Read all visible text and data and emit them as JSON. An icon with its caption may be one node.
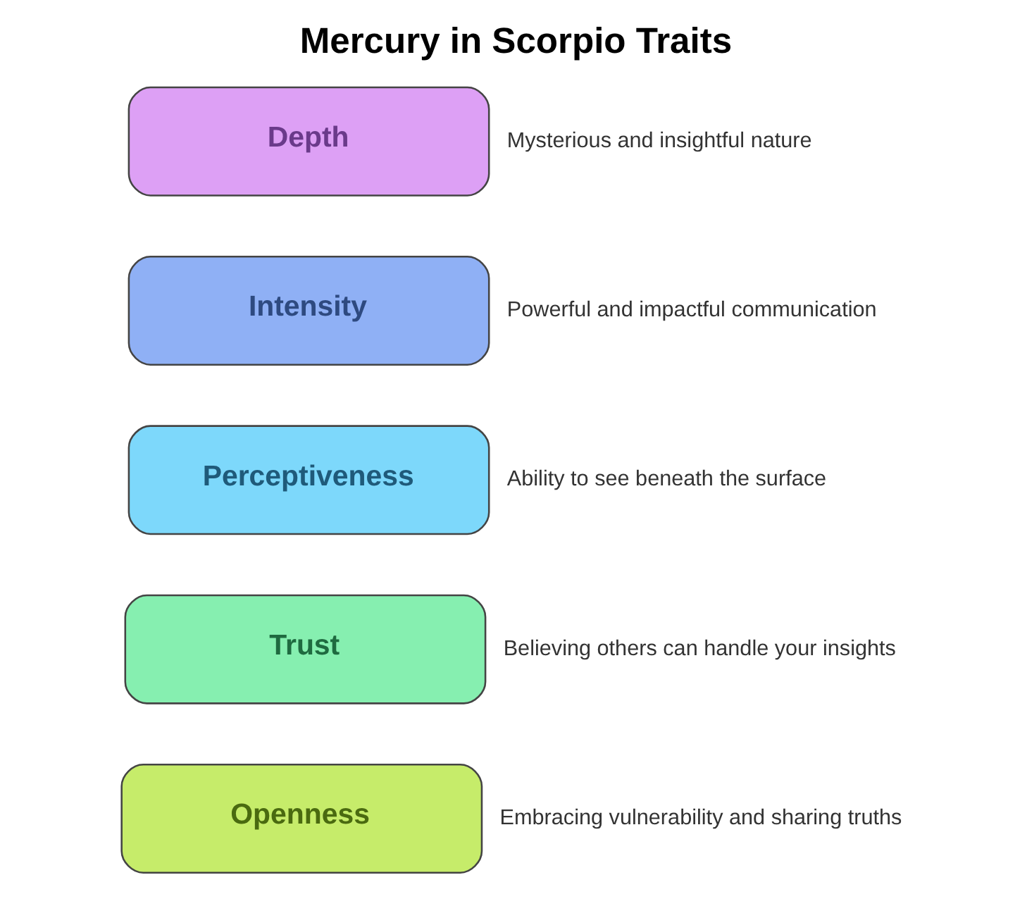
{
  "diagram": {
    "title": "Mercury in Scorpio Traits",
    "nodes": [
      {
        "text": [
          "Depth"
        ],
        "beside": [
          "Mysterious and insightful nature"
        ]
      },
      {
        "text": [
          "Intensity"
        ],
        "beside": [
          "Powerful and impactful communication"
        ]
      },
      {
        "text": [
          "Perceptiveness"
        ],
        "beside": [
          "Ability to see beneath the surface"
        ]
      },
      {
        "text": [
          "Trust"
        ],
        "beside": [
          "Believing others can handle your insights"
        ]
      },
      {
        "text": [
          "Openness"
        ],
        "beside": [
          "Embracing vulnerability and sharing truths"
        ]
      }
    ]
  }
}
